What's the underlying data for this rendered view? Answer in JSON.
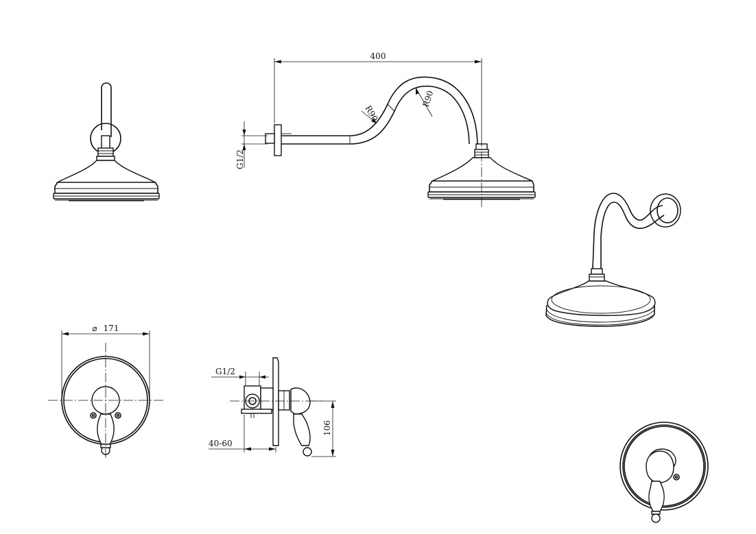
{
  "dimensions": {
    "arm_length": "400",
    "arm_radius_left": "R90",
    "arm_radius_right": "R90",
    "arm_thread": "G1/2",
    "plate_diameter": "171",
    "valve_thread": "G1/2",
    "valve_depth": "40-60",
    "valve_height": "106"
  },
  "symbols": {
    "diameter": "⌀"
  },
  "line_color": "#111111"
}
